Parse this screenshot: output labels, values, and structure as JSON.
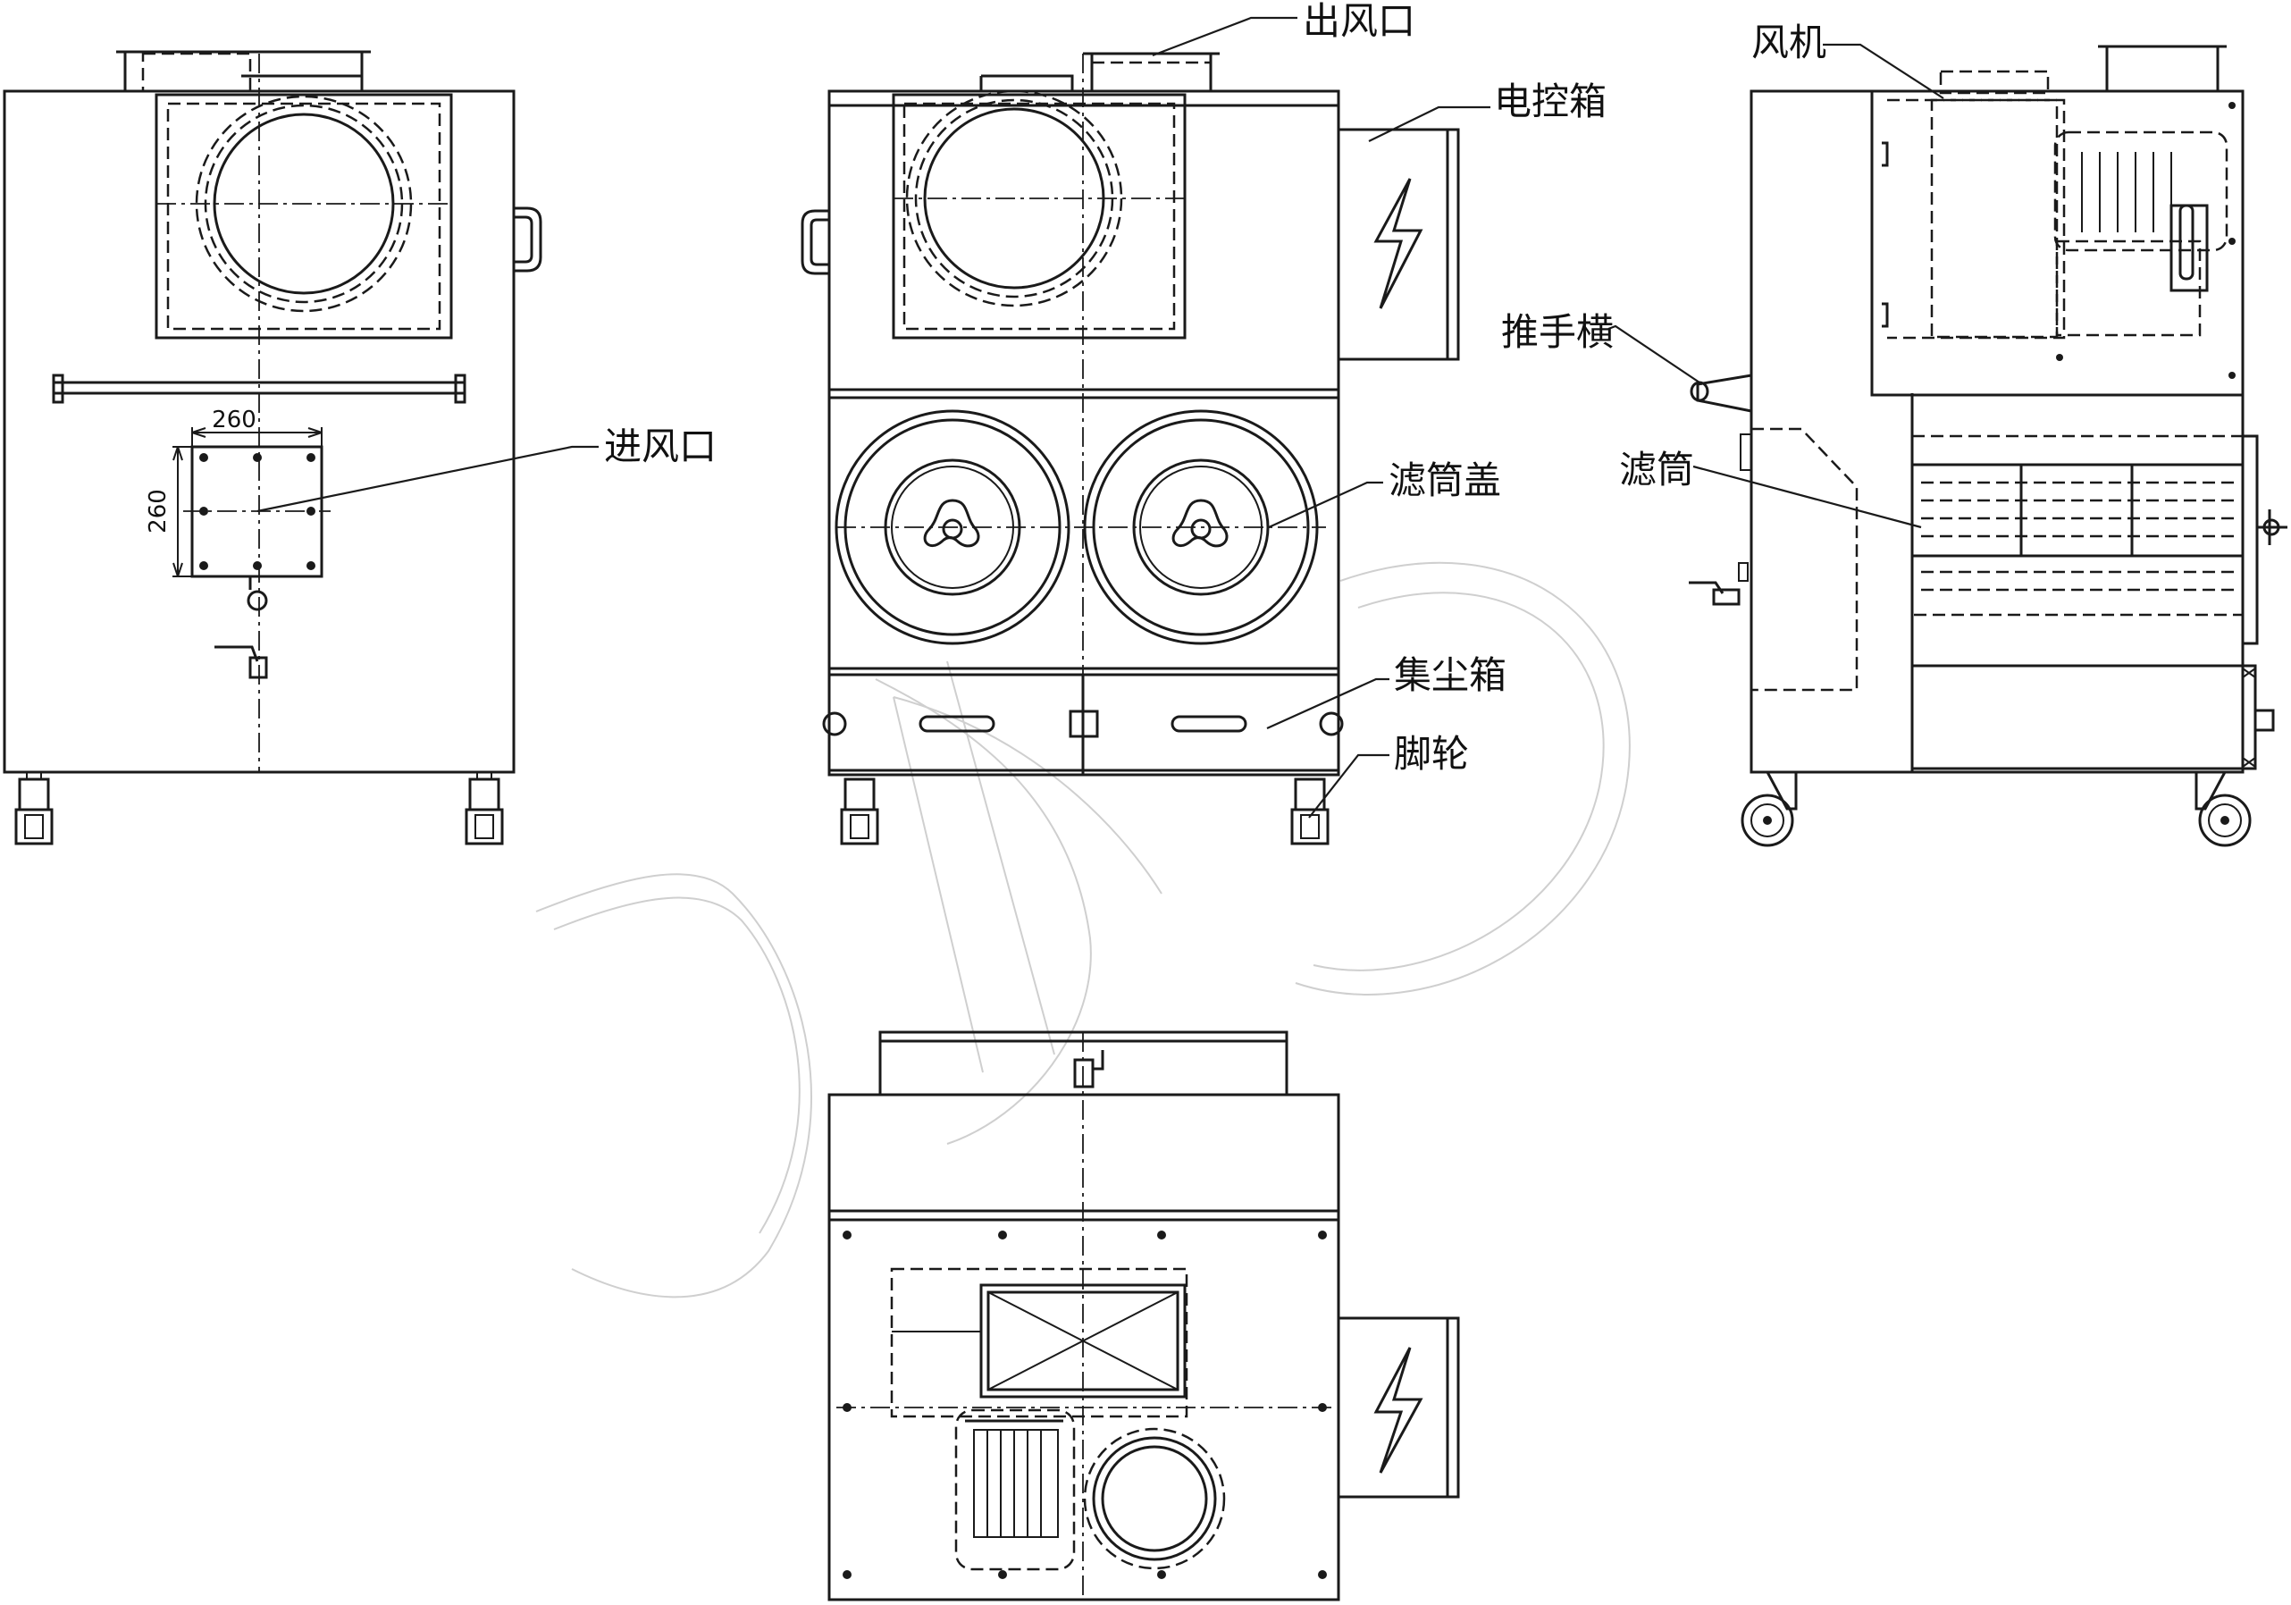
{
  "labels": {
    "outlet": "出风口",
    "control_box": "电控箱",
    "inlet": "进风口",
    "filter_cap": "滤筒盖",
    "dust_box": "集尘箱",
    "caster": "脚轮",
    "fan": "风机",
    "push_bar": "推手横",
    "filter": "滤筒"
  },
  "dimensions": {
    "inlet_width": "260",
    "inlet_height": "260"
  },
  "colors": {
    "line": "#1a1a1a",
    "watermark": "#cfcfcf",
    "background": "#ffffff"
  },
  "icons": [
    "lightning-icon"
  ]
}
